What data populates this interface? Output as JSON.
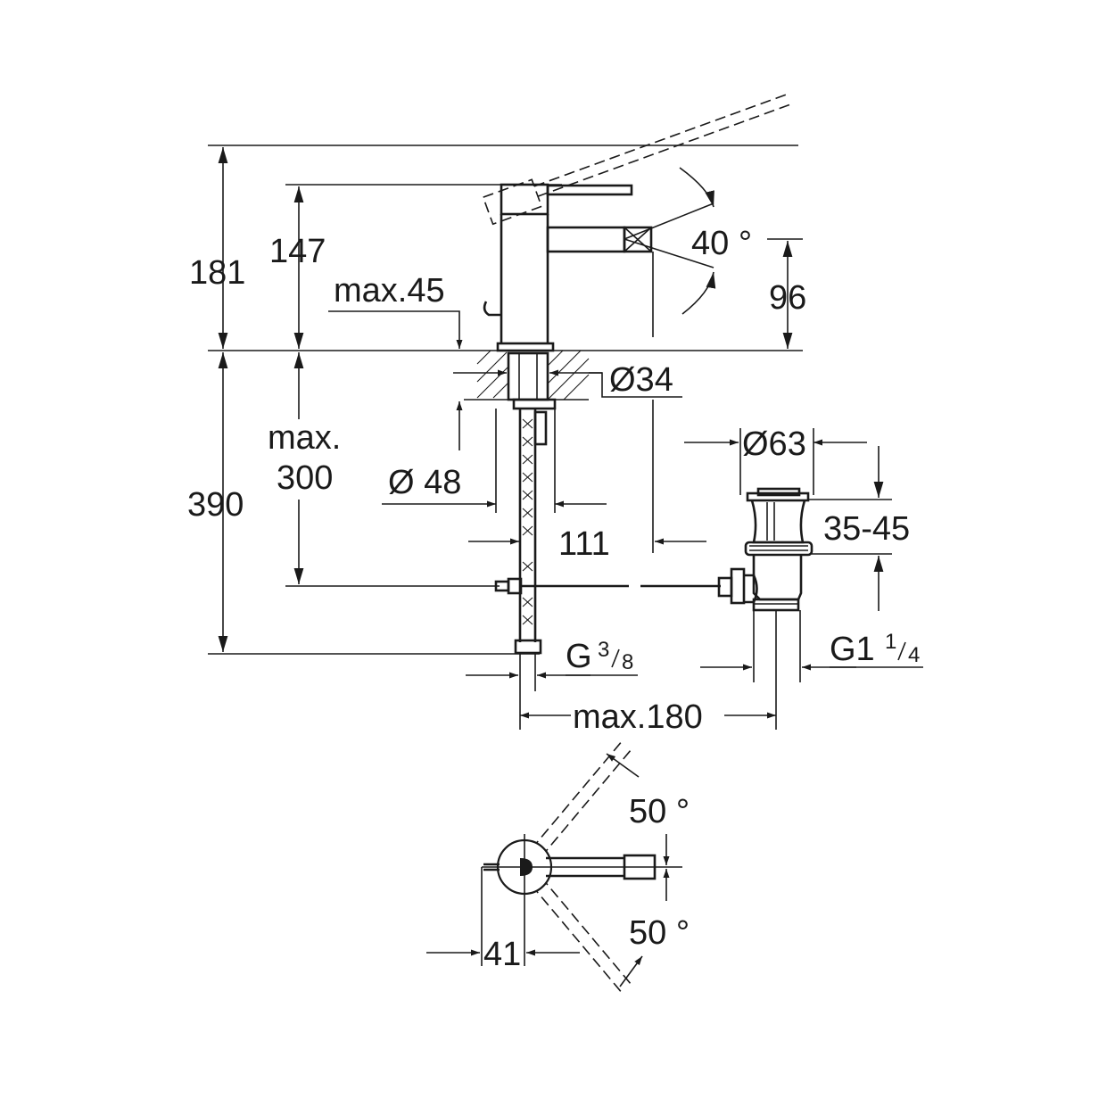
{
  "dimensions": {
    "height_total": "181",
    "height_spout_body": "147",
    "max_thickness_label": "max.45",
    "spout_height": "96",
    "spout_angle": "40 °",
    "hole_diameter": "Ø34",
    "below_deck": "390",
    "below_max_line1": "max.",
    "below_max_line2": "300",
    "base_diameter": "Ø 48",
    "spout_reach": "111",
    "waste_diameter": "Ø63",
    "waste_range": "35-45",
    "connection_hose": "G",
    "connection_hose_num": "3",
    "connection_hose_den": "8",
    "waste_thread": "G1",
    "waste_thread_num": "1",
    "waste_thread_den": "4",
    "pop_up_reach": "max.180",
    "swivel_left": "50 °",
    "swivel_right": "50 °",
    "lever_offset": "41"
  },
  "colors": {
    "line": "#1a1a1a",
    "background": "#ffffff"
  }
}
